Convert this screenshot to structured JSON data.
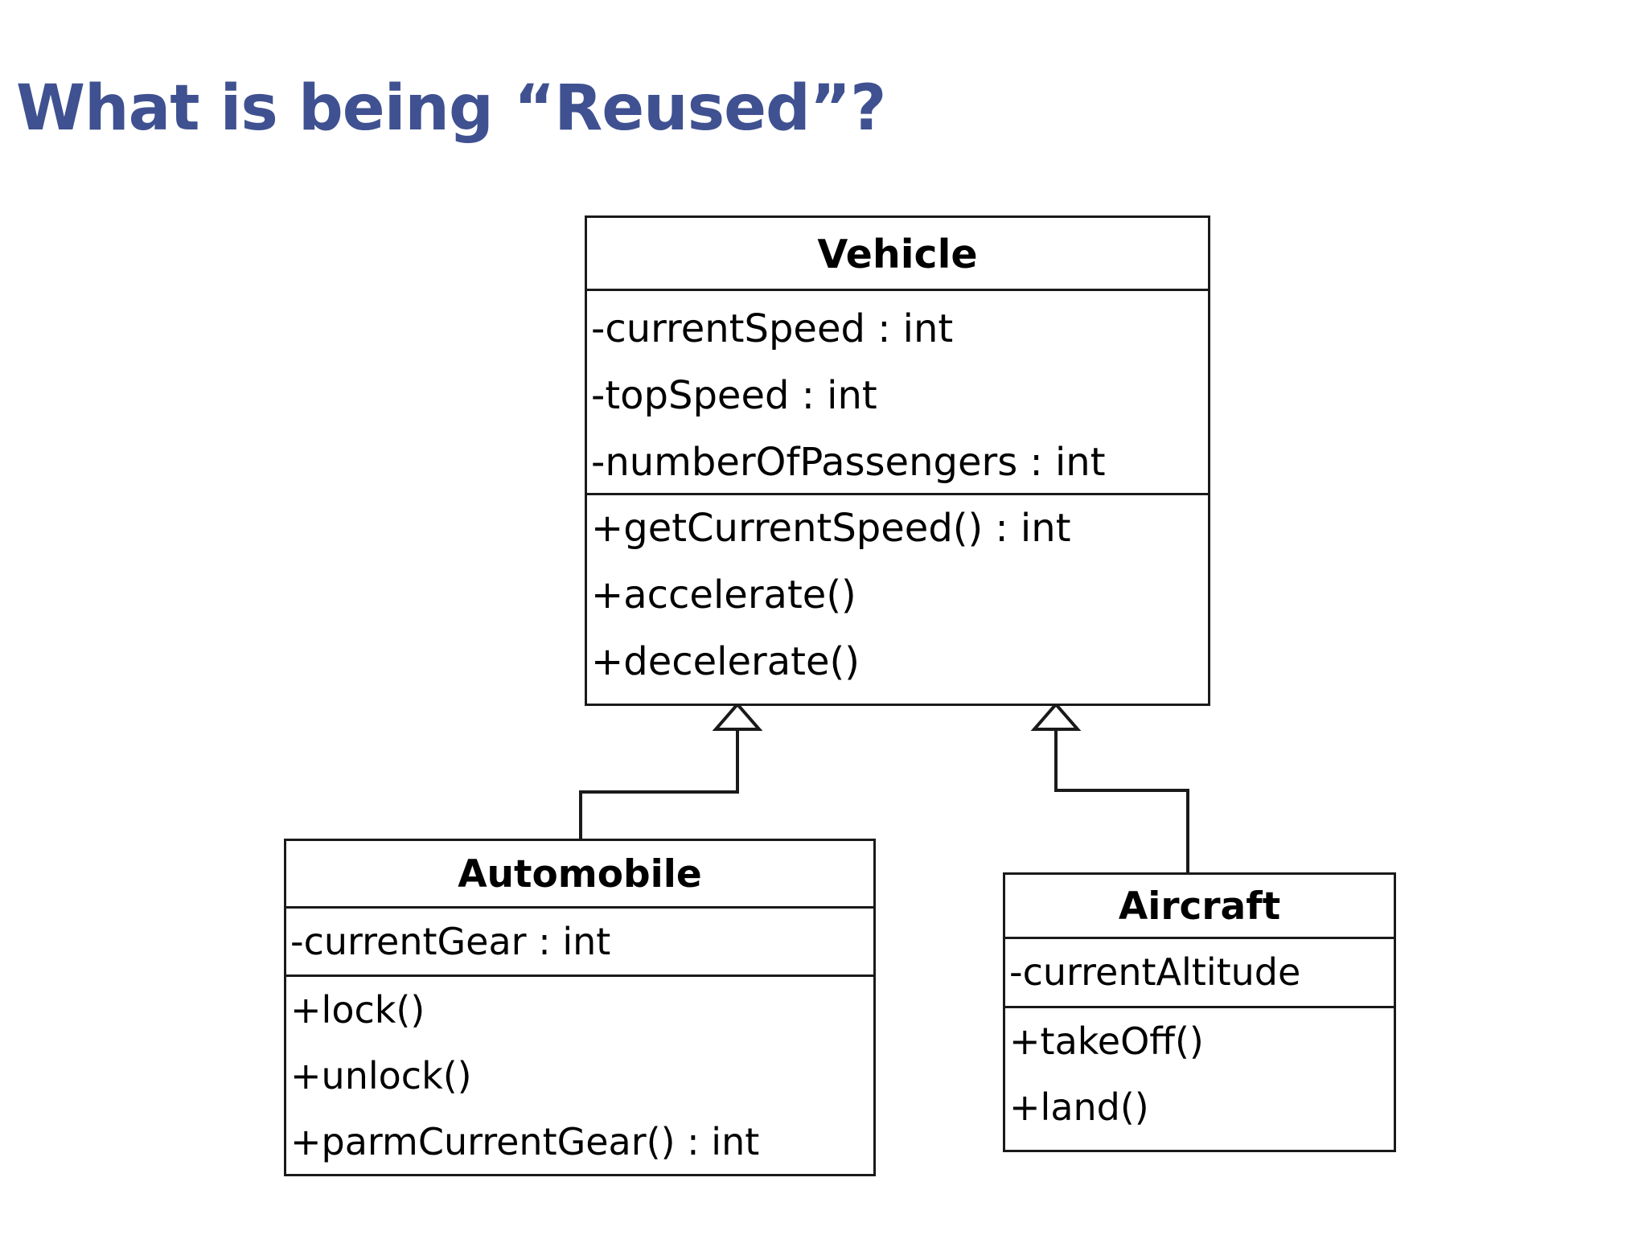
{
  "slide": {
    "title": "What is being “Reused”?",
    "title_color": "#3f5190",
    "background_color": "#ffffff"
  },
  "diagram": {
    "type": "uml-class-diagram",
    "line_color": "#1a1a1a",
    "classes": [
      {
        "id": "vehicle",
        "name": "Vehicle",
        "attributes": [
          "-currentSpeed : int",
          "-topSpeed : int",
          "-numberOfPassengers : int"
        ],
        "operations": [
          "+getCurrentSpeed() : int",
          "+accelerate()",
          "+decelerate()"
        ]
      },
      {
        "id": "automobile",
        "name": "Automobile",
        "attributes": [
          "-currentGear : int"
        ],
        "operations": [
          "+lock()",
          "+unlock()",
          "+parmCurrentGear() : int"
        ]
      },
      {
        "id": "aircraft",
        "name": "Aircraft",
        "attributes": [
          "-currentAltitude"
        ],
        "operations": [
          "+takeOff()",
          "+land()"
        ]
      }
    ],
    "relationships": [
      {
        "id": "automobile-to-vehicle",
        "kind": "generalization",
        "source": "Automobile",
        "target": "Vehicle",
        "arrow": "hollow-triangle"
      },
      {
        "id": "aircraft-to-vehicle",
        "kind": "generalization",
        "source": "Aircraft",
        "target": "Vehicle",
        "arrow": "hollow-triangle"
      }
    ]
  }
}
